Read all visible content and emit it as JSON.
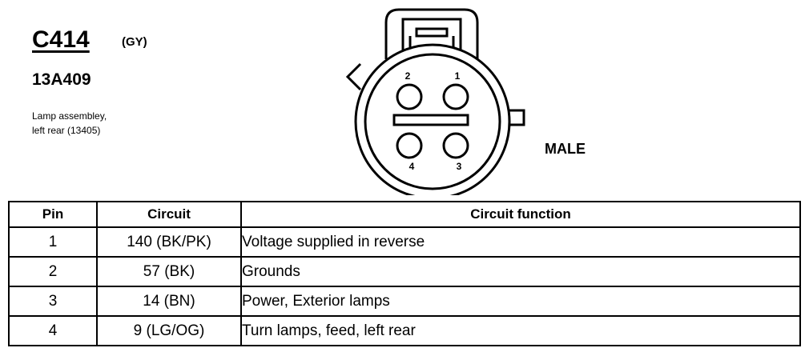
{
  "connector": {
    "id": "C414",
    "color_code": "(GY)",
    "part_number": "13A409",
    "description_line1": "Lamp assembley,",
    "description_line2": "left rear (13405)",
    "gender": "MALE",
    "pin_labels": [
      "1",
      "2",
      "3",
      "4"
    ]
  },
  "table": {
    "headers": [
      "Pin",
      "Circuit",
      "Circuit function"
    ],
    "rows": [
      {
        "pin": "1",
        "circuit": "140 (BK/PK)",
        "function": "Voltage supplied in reverse"
      },
      {
        "pin": "2",
        "circuit": "57 (BK)",
        "function": "Grounds"
      },
      {
        "pin": "3",
        "circuit": "14 (BN)",
        "function": "Power, Exterior lamps"
      },
      {
        "pin": "4",
        "circuit": "9 (LG/OG)",
        "function": "Turn lamps, feed, left rear"
      }
    ]
  }
}
